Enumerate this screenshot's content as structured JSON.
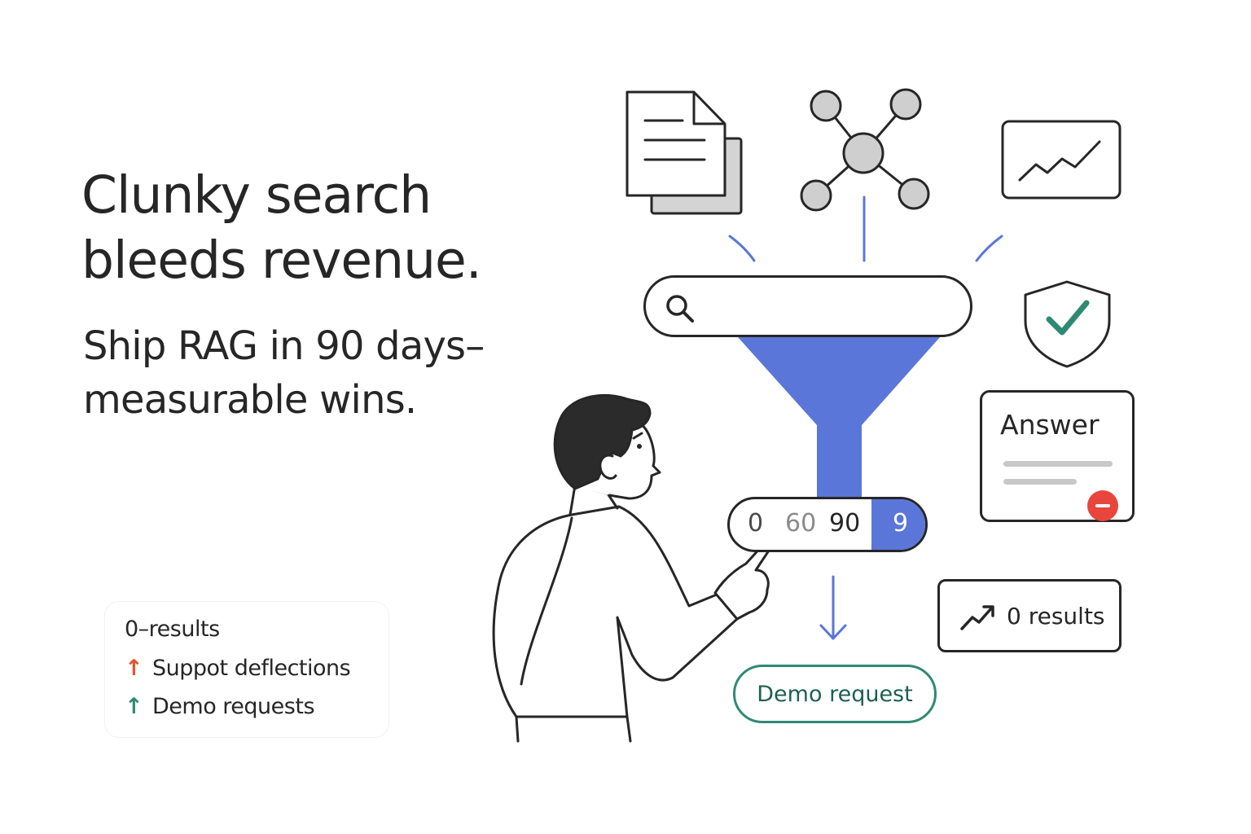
{
  "headline": {
    "line1": "Clunky search",
    "line2": "bleeds revenue."
  },
  "subhead": {
    "line1": "Ship RAG in 90 days–",
    "line2": "measurable wins."
  },
  "metrics": [
    {
      "label": "0–results",
      "arrow": ""
    },
    {
      "label": "Suppot deflections",
      "arrow": "↑",
      "arrow_color": "#e2542c"
    },
    {
      "label": "Demo requests",
      "arrow": "↑",
      "arrow_color": "#2f8a74"
    }
  ],
  "timeline": {
    "t0": "0",
    "t60": "60",
    "t90": "90",
    "active": "9"
  },
  "answer_card": {
    "title": "Answer",
    "status_icon": "error-minus-icon"
  },
  "results_card": {
    "label": "0 results",
    "icon": "trend-up-icon"
  },
  "cta": {
    "label": "Demo request"
  },
  "icons": [
    "documents-icon",
    "network-icon",
    "chart-card-icon",
    "shield-check-icon",
    "search-icon",
    "funnel-icon",
    "down-arrow-icon",
    "person-illustration"
  ],
  "colors": {
    "accent_blue": "#5b76d9",
    "accent_green": "#2f8a74",
    "error_red": "#e8453c",
    "ink": "#262626"
  }
}
